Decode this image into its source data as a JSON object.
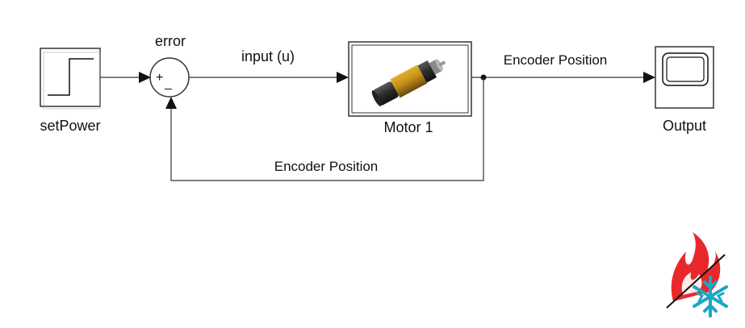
{
  "blocks": {
    "step": {
      "label": "setPower",
      "icon": "step-icon"
    },
    "sum": {
      "label": "error",
      "plus_sign": "+",
      "minus_sign": "_"
    },
    "motor": {
      "label": "Motor 1",
      "icon": "dc-motor-icon"
    },
    "scope": {
      "label": "Output",
      "icon": "scope-icon"
    }
  },
  "signals": {
    "input": "input (u)",
    "encoder_out": "Encoder Position",
    "encoder_feedback": "Encoder Position"
  },
  "logo": {
    "icon": "fire-and-ice-logo",
    "colors": [
      "#e8282b",
      "#1aa8c4"
    ]
  }
}
